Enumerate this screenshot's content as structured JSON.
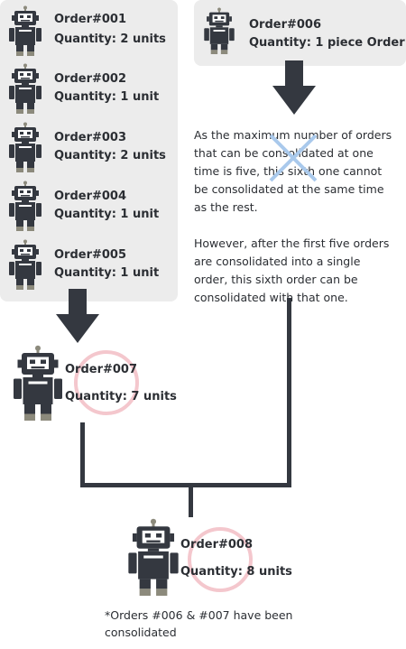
{
  "queue": [
    {
      "id": "Order#001",
      "qty": "Quantity: 2 units"
    },
    {
      "id": "Order#002",
      "qty": "Quantity: 1 unit"
    },
    {
      "id": "Order#003",
      "qty": "Quantity: 2 units"
    },
    {
      "id": "Order#004",
      "qty": "Quantity: 1 unit"
    },
    {
      "id": "Order#005",
      "qty": "Quantity: 1 unit"
    }
  ],
  "order006": {
    "id": "Order#006",
    "qty": "Quantity: 1 piece Order"
  },
  "order007": {
    "id": "Order#007",
    "qty": "Quantity: 7 units"
  },
  "order008": {
    "id": "Order#008",
    "qty": "Quantity: 8 units"
  },
  "explanation": {
    "p1": "As the maximum number of orders that can be consolidated at one time is five, this sixth one cannot be consolidated at the same time as the rest.",
    "p2": "However, after the first five orders are consolidated into a single order, this sixth order can be consolidated with that one."
  },
  "footnote": "*Orders #006 & #007 have been consolidated",
  "colors": {
    "robot": "#343840",
    "robot_feet": "#8c8a7c",
    "panel": "#ececec",
    "ring": "#f4c7cd",
    "cross": "#a9c9ec"
  },
  "icon": "robot-icon"
}
